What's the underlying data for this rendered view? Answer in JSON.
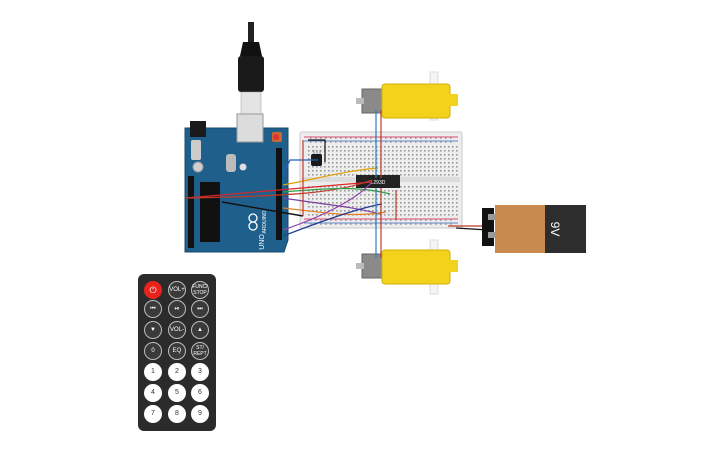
{
  "circuit": {
    "ic_label": "L293D",
    "battery_label": "9V",
    "arduino_brand": "ARDUINO",
    "arduino_model": "UNO"
  },
  "colors": {
    "arduino_blue": "#1f5f8b",
    "motor_yellow": "#f2d21a",
    "battery_orange": "#c98a4f",
    "remote_body": "#2b2b2b",
    "power_red": "#e8231c"
  },
  "remote": {
    "buttons": [
      {
        "name": "power",
        "label": "⏻",
        "style": "power"
      },
      {
        "name": "vol-up",
        "label": "VOL+",
        "style": "dark"
      },
      {
        "name": "func-stop",
        "label": "FUNC/ STOP",
        "style": "dark small"
      },
      {
        "name": "rewind",
        "label": "⏮",
        "style": "dark"
      },
      {
        "name": "play-pause",
        "label": "⏯",
        "style": "dark"
      },
      {
        "name": "fast-forward",
        "label": "⏭",
        "style": "dark"
      },
      {
        "name": "down",
        "label": "▼",
        "style": "dark"
      },
      {
        "name": "vol-down",
        "label": "VOL-",
        "style": "dark"
      },
      {
        "name": "up",
        "label": "▲",
        "style": "dark"
      },
      {
        "name": "zero",
        "label": "0",
        "style": "dark"
      },
      {
        "name": "eq",
        "label": "EQ",
        "style": "dark"
      },
      {
        "name": "st-rept",
        "label": "ST/ REPT",
        "style": "dark small"
      },
      {
        "name": "one",
        "label": "1",
        "style": "light"
      },
      {
        "name": "two",
        "label": "2",
        "style": "light"
      },
      {
        "name": "three",
        "label": "3",
        "style": "light"
      },
      {
        "name": "four",
        "label": "4",
        "style": "light"
      },
      {
        "name": "five",
        "label": "5",
        "style": "light"
      },
      {
        "name": "six",
        "label": "6",
        "style": "light"
      },
      {
        "name": "seven",
        "label": "7",
        "style": "light"
      },
      {
        "name": "eight",
        "label": "8",
        "style": "light"
      },
      {
        "name": "nine",
        "label": "9",
        "style": "light"
      }
    ]
  }
}
